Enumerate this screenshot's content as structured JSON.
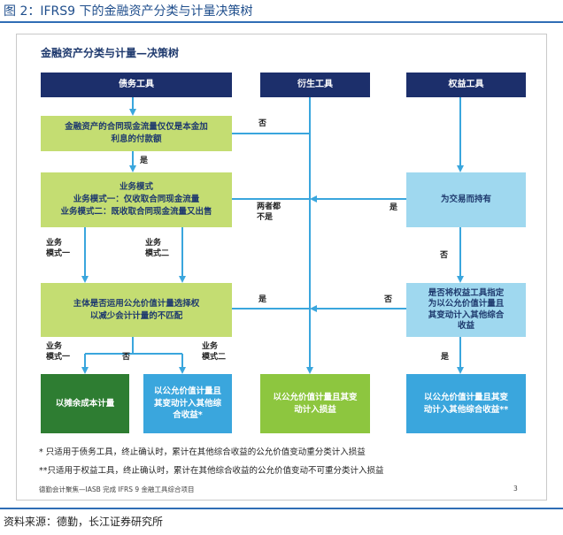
{
  "figure_title": "图 2：IFRS9 下的金融资产分类与计量决策树",
  "tree_title": "金融资产分类与计量—决策树",
  "headers": {
    "debt": "债务工具",
    "derivative": "衍生工具",
    "equity": "权益工具"
  },
  "boxes": {
    "sppi_line1": "金融资产的合同现金流量仅仅是本金加",
    "sppi_line2": "利息的付款额",
    "model_title": "业务模式",
    "model_line1": "业务模式一：仅收取合同现金流量",
    "model_line2": "业务模式二：既收取合同现金流量又出售",
    "fvo_line1": "主体是否运用公允价值计量选择权",
    "fvo_line2": "以减少会计计量的不匹配",
    "trading": "为交易而持有",
    "oci_designate_line1": "是否将权益工具指定",
    "oci_designate_line2": "为以公允价值计量且",
    "oci_designate_line3": "其变动计入其他综合",
    "oci_designate_line4": "收益",
    "amortized": "以摊余成本计量",
    "fvoci_debt_line1": "以公允价值计量且",
    "fvoci_debt_line2": "其变动计入其他综",
    "fvoci_debt_line3": "合收益*",
    "fvtpl_line1": "以公允价值计量且其变",
    "fvtpl_line2": "动计入损益",
    "fvoci_equity_line1": "以公允价值计量且其变",
    "fvoci_equity_line2": "动计入其他综合收益**"
  },
  "labels": {
    "no": "否",
    "yes": "是",
    "neither_line1": "两者都",
    "neither_line2": "不是",
    "bm1_line1": "业务",
    "bm1_line2": "模式一",
    "bm2_line1": "业务",
    "bm2_line2": "模式二"
  },
  "notes": {
    "note1": "* 只适用于债务工具，终止确认时，累计在其他综合收益的公允价值变动重分类计入损益",
    "note2": "**只适用于权益工具，终止确认时，累计在其他综合收益的公允价值变动不可重分类计入损益"
  },
  "footer": {
    "left": "德勤会计聚焦—IASB 完成 IFRS 9 金融工具综合项目",
    "page": "3"
  },
  "source": "资料来源：德勤，长江证券研究所",
  "colors": {
    "navy": "#1c2f6b",
    "light_green": "#c4dd72",
    "grass_green": "#8dc63f",
    "dark_green": "#2e7d32",
    "light_blue": "#9fd8ef",
    "medium_blue": "#3aa6dd",
    "arrow": "#3aa6dd"
  }
}
